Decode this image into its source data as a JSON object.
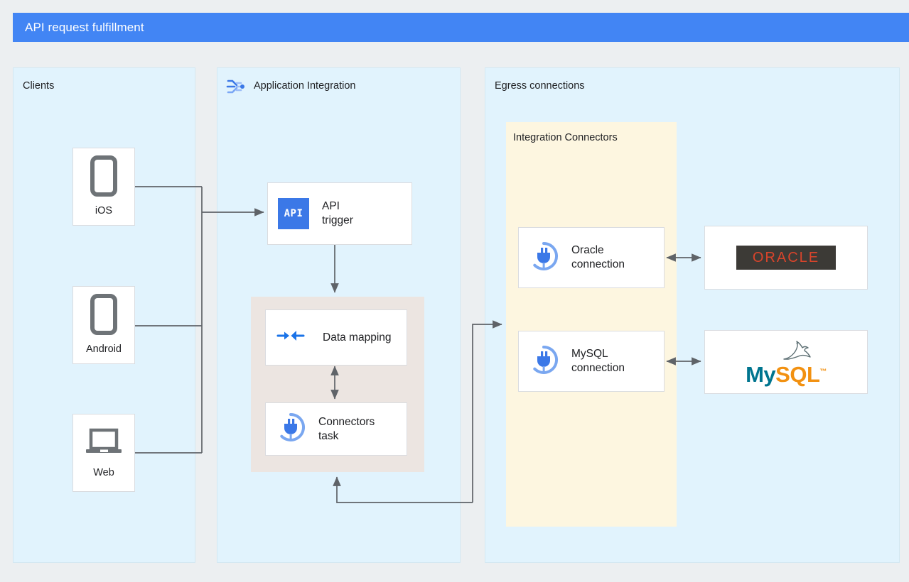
{
  "header": {
    "title": "API request fulfillment",
    "accent_color": "#4285f4"
  },
  "panels": {
    "clients": {
      "label": "Clients",
      "bg_color": "#e1f3fd"
    },
    "application_integration": {
      "label": "Application Integration",
      "icon": "application-integration-icon",
      "bg_color": "#e1f3fd"
    },
    "egress": {
      "label": "Egress connections",
      "bg_color": "#e1f3fd"
    },
    "integration_connectors": {
      "label": "Integration Connectors",
      "bg_color": "#fdf6e0"
    },
    "task_group": {
      "bg_color": "#ece5e1"
    }
  },
  "clients": [
    {
      "label": "iOS",
      "icon": "phone-icon"
    },
    {
      "label": "Android",
      "icon": "phone-icon"
    },
    {
      "label": "Web",
      "icon": "laptop-icon"
    }
  ],
  "integration_nodes": [
    {
      "label": "API\ntrigger",
      "icon": "api-trigger-icon"
    },
    {
      "label": "Data mapping",
      "icon": "data-mapping-icon"
    },
    {
      "label": "Connectors\ntask",
      "icon": "connector-plug-icon"
    }
  ],
  "connections": [
    {
      "label": "Oracle\nconnection",
      "icon": "connector-plug-icon"
    },
    {
      "label": "MySQL\nconnection",
      "icon": "connector-plug-icon"
    }
  ],
  "backends": [
    {
      "name": "Oracle",
      "logo": "oracle-logo",
      "logo_text": "ORACLE",
      "text_color": "#d9442b",
      "bg_color": "#3c3a36"
    },
    {
      "name": "MySQL",
      "logo": "mysql-logo",
      "logo_text_primary": "My",
      "logo_text_secondary": "SQL",
      "trademark": "™",
      "primary_color": "#00758f",
      "secondary_color": "#f29111"
    }
  ],
  "colors": {
    "edge": "#5f6368",
    "icon_blue": "#3b78e7",
    "icon_gray": "#6e7377"
  }
}
